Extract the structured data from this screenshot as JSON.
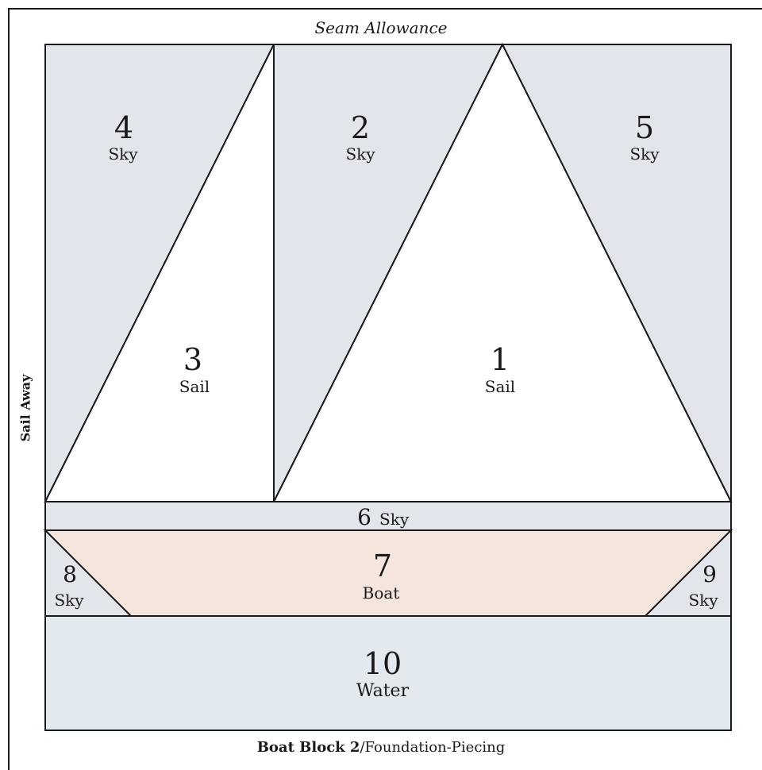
{
  "header": {
    "seam_allowance": "Seam Allowance"
  },
  "side_title": "Sail Away",
  "caption": {
    "bold": "Boat Block 2",
    "rest": "/Foundation-Piecing"
  },
  "colors": {
    "sky": "#e2e6ec",
    "sail": "#ffffff",
    "boat": "#f4e5dd",
    "water": "#e2e9ef",
    "line": "#1a1a1a"
  },
  "pieces": [
    {
      "number": "1",
      "label": "Sail"
    },
    {
      "number": "2",
      "label": "Sky"
    },
    {
      "number": "3",
      "label": "Sail"
    },
    {
      "number": "4",
      "label": "Sky"
    },
    {
      "number": "5",
      "label": "Sky"
    },
    {
      "number": "6",
      "label": "Sky"
    },
    {
      "number": "7",
      "label": "Boat"
    },
    {
      "number": "8",
      "label": "Sky"
    },
    {
      "number": "9",
      "label": "Sky"
    },
    {
      "number": "10",
      "label": "Water"
    }
  ]
}
